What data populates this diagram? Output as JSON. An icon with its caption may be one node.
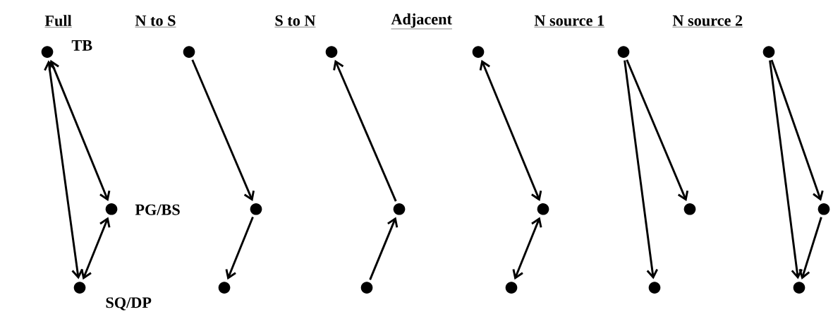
{
  "diagram": {
    "nodes": [
      {
        "text": [],
        "shape": "circle",
        "beside": [
          "TB"
        ]
      },
      {
        "text": [],
        "shape": "circle",
        "beside": [
          "PG/BS"
        ]
      },
      {
        "text": [],
        "shape": "circle",
        "beside": [
          "SQ/DP"
        ]
      },
      {
        "text": [],
        "shape": "circle"
      },
      {
        "text": [],
        "shape": "circle"
      },
      {
        "text": [],
        "shape": "circle"
      },
      {
        "text": [],
        "shape": "circle"
      },
      {
        "text": [],
        "shape": "circle"
      },
      {
        "text": [],
        "shape": "circle"
      },
      {
        "text": [],
        "shape": "circle"
      },
      {
        "text": [],
        "shape": "circle"
      },
      {
        "text": [],
        "shape": "circle"
      },
      {
        "text": [],
        "shape": "circle"
      },
      {
        "text": [],
        "shape": "circle"
      },
      {
        "text": [],
        "shape": "circle"
      },
      {
        "text": [],
        "shape": "circle"
      },
      {
        "text": [],
        "shape": "circle"
      },
      {
        "text": [],
        "shape": "circle"
      }
    ],
    "edges": [
      {
        "from": 0,
        "to": 2,
        "arrow": "both"
      },
      {
        "from": 0,
        "to": 1,
        "arrow": "both"
      },
      {
        "from": 2,
        "to": 1,
        "arrow": "both"
      },
      {
        "from": 3,
        "to": 4,
        "arrow": "to"
      },
      {
        "from": 4,
        "to": 5,
        "arrow": "to"
      },
      {
        "from": 8,
        "to": 7,
        "arrow": "to"
      },
      {
        "from": 7,
        "to": 6,
        "arrow": "to"
      },
      {
        "from": 9,
        "to": 10,
        "arrow": "both"
      },
      {
        "from": 10,
        "to": 11,
        "arrow": "both"
      },
      {
        "from": 12,
        "to": 13,
        "arrow": "to"
      },
      {
        "from": 12,
        "to": 14,
        "arrow": "to"
      },
      {
        "from": 15,
        "to": 16,
        "arrow": "to"
      },
      {
        "from": 15,
        "to": 17,
        "arrow": "to"
      },
      {
        "from": 16,
        "to": 17,
        "arrow": "to"
      }
    ],
    "labels": [
      "Full",
      "N to S",
      "S to N",
      "Adjacent",
      "N source 1",
      "N source 2"
    ]
  }
}
